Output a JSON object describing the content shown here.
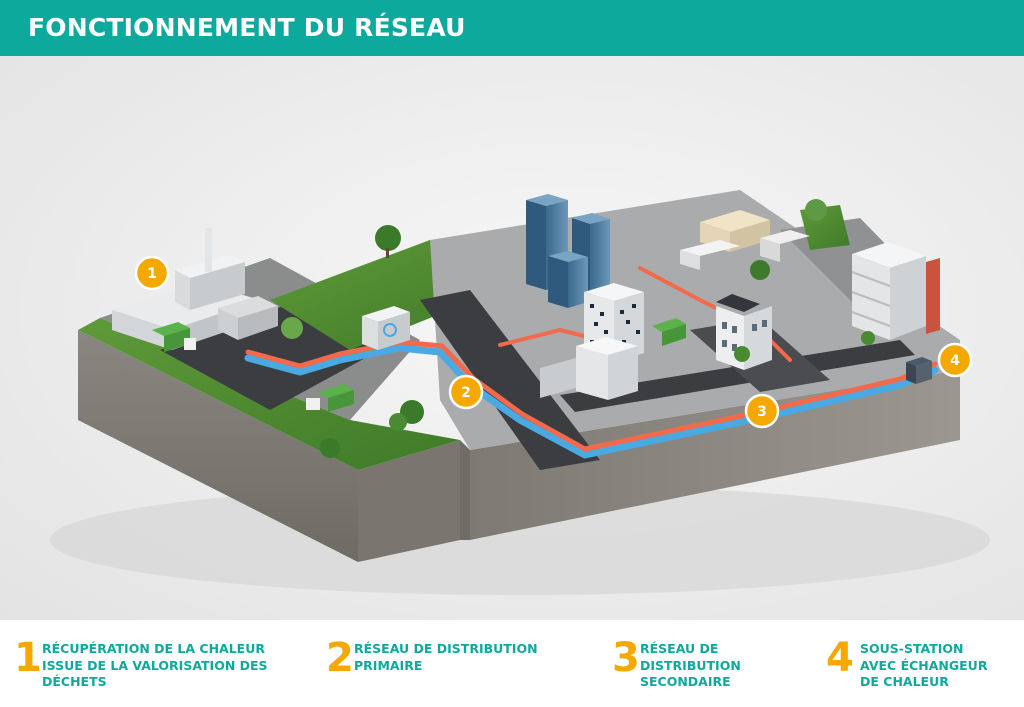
{
  "header": {
    "title": "FONCTIONNEMENT DU RÉSEAU"
  },
  "colors": {
    "brand": "#0ea99d",
    "accent": "#f5a900",
    "hot_pipe": "#f26a4b",
    "cold_pipe": "#4aa9e0"
  },
  "diagram": {
    "markers": [
      {
        "number": "1"
      },
      {
        "number": "2"
      },
      {
        "number": "3"
      },
      {
        "number": "4"
      }
    ]
  },
  "legend": [
    {
      "number": "1",
      "lines": [
        "RÉCUPÉRATION DE LA CHALEUR",
        "ISSUE DE LA VALORISATION DES",
        "DÉCHETS"
      ]
    },
    {
      "number": "2",
      "lines": [
        "RÉSEAU DE DISTRIBUTION",
        "PRIMAIRE"
      ]
    },
    {
      "number": "3",
      "lines": [
        "RÉSEAU DE",
        "DISTRIBUTION",
        "SECONDAIRE"
      ]
    },
    {
      "number": "4",
      "lines": [
        "SOUS-STATION",
        "AVEC ÉCHANGEUR",
        "DE CHALEUR"
      ]
    }
  ]
}
